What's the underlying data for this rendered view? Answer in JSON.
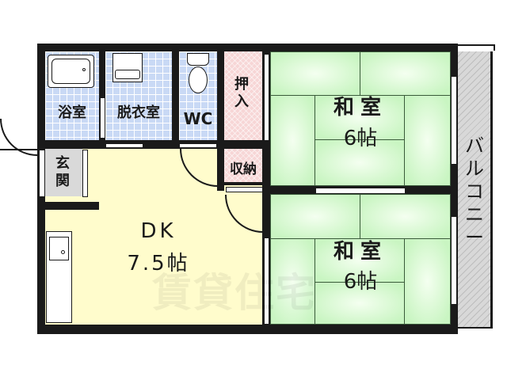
{
  "floor_plan": {
    "rooms": {
      "bath": {
        "label": "浴室"
      },
      "dressing": {
        "label": "脱衣室"
      },
      "wc": {
        "label": "WC"
      },
      "closet_upper": {
        "label": "押入"
      },
      "storage": {
        "label": "収納"
      },
      "entrance": {
        "label": "玄関"
      },
      "dk": {
        "label": "DK",
        "size": "7.5帖"
      },
      "japanese_room_1": {
        "label": "和室",
        "size": "6帖"
      },
      "japanese_room_2": {
        "label": "和室",
        "size": "6帖"
      },
      "balcony": {
        "label": "バルコニー"
      }
    },
    "watermark": "賃貸住宅",
    "colors": {
      "wall": "#1a1a1a",
      "wet_area": "#c9d9f5",
      "closet": "#f7d6d6",
      "dk_floor": "#fffccc",
      "tatami": "#c9f5c2",
      "entrance": "#d9d9d9",
      "balcony": "#d8d8d8"
    }
  }
}
